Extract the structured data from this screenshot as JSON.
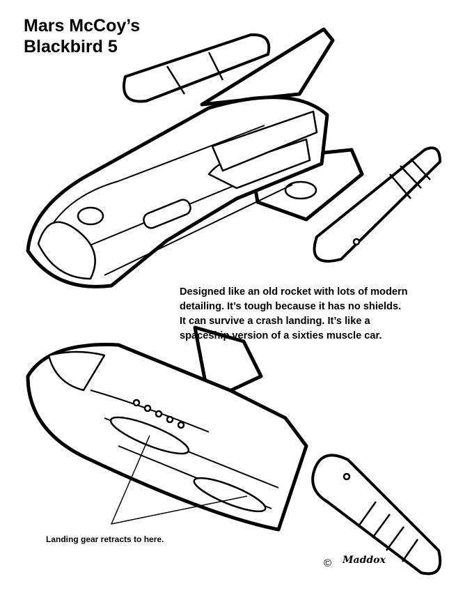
{
  "title": {
    "line1": "Mars McCoy’s",
    "line2": "Blackbird 5"
  },
  "description": [
    "Designed like an old rocket with lots of modern",
    "detailing.  It’s tough because it has no shields.",
    "It can survive a crash landing.  It’s like a",
    "spaceship version of a sixties muscle car."
  ],
  "callout": "Landing gear retracts to here.",
  "credit": {
    "symbol": "©",
    "signature": "Maddox"
  }
}
